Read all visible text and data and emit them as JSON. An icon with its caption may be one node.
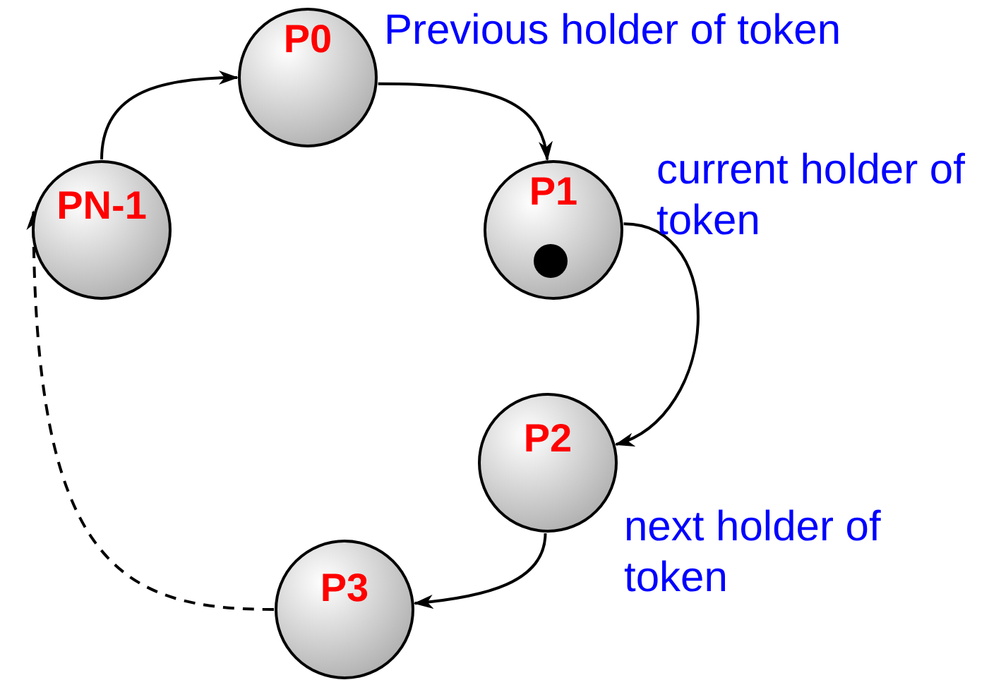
{
  "diagram": {
    "nodes": [
      {
        "text": [
          "P0"
        ],
        "beside": [
          "Previous holder of token"
        ]
      },
      {
        "text": [
          "P1"
        ],
        "beside": [
          "current holder of token"
        ]
      },
      {
        "text": [
          "P2"
        ],
        "beside": [
          "next holder of token"
        ]
      },
      {
        "text": [
          "P3"
        ]
      },
      {
        "text": [
          "PN-1"
        ]
      }
    ],
    "edges": [
      {
        "from": 4,
        "to": 0,
        "arrow": "to"
      },
      {
        "from": 0,
        "to": 1,
        "arrow": "to"
      },
      {
        "from": 1,
        "to": 2,
        "arrow": "to"
      },
      {
        "from": 2,
        "to": 3,
        "arrow": "to"
      },
      {
        "from": 3,
        "to": 4,
        "arrow": "to",
        "style": "dashed"
      }
    ]
  }
}
